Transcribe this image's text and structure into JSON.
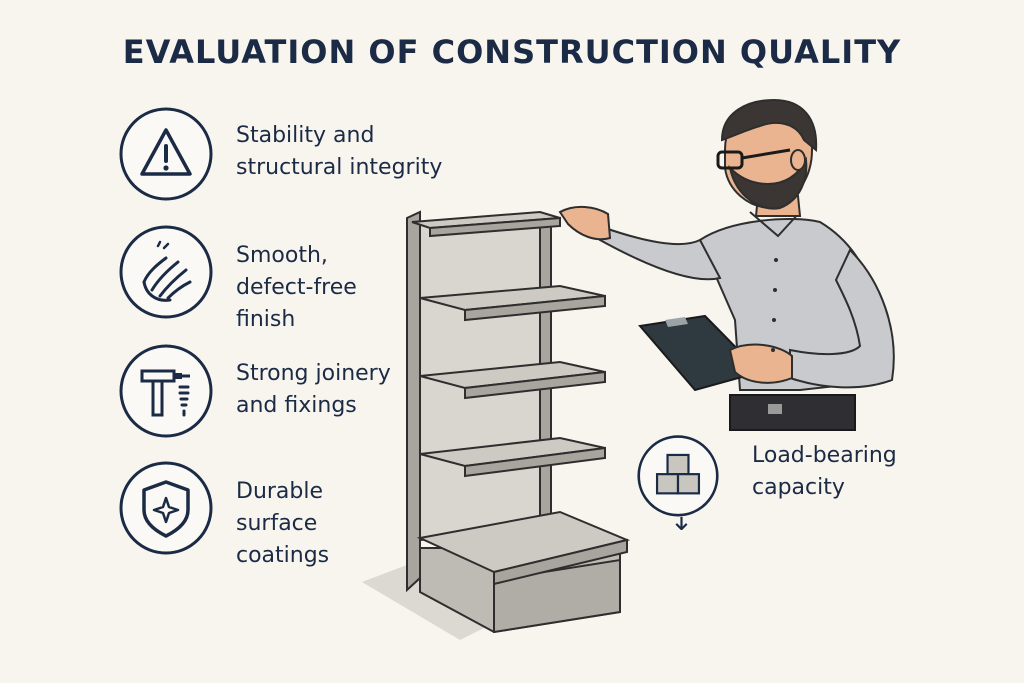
{
  "title": "EVALUATION OF CONSTRUCTION QUALITY",
  "features": [
    {
      "icon": "warning-triangle-icon",
      "label": "Stability and\nstructural integrity"
    },
    {
      "icon": "hand-touch-icon",
      "label": "Smooth,\ndefect-free\nfinish"
    },
    {
      "icon": "hammer-screw-icon",
      "label": "Strong joinery\nand fixings"
    },
    {
      "icon": "shield-sparkle-icon",
      "label": "Durable\nsurface\ncoatings"
    }
  ],
  "load": {
    "icon": "stacked-boxes-arrow-icon",
    "label": "Load-bearing\ncapacity"
  },
  "colors": {
    "navy": "#1b2b45",
    "background": "#f8f5ef",
    "shelf": "#c9c5bf",
    "shelf_dark": "#a8a49e",
    "shirt": "#c8cacd",
    "skin": "#e9b48f",
    "hair": "#3b3633",
    "clipboard": "#2e3a3f"
  }
}
